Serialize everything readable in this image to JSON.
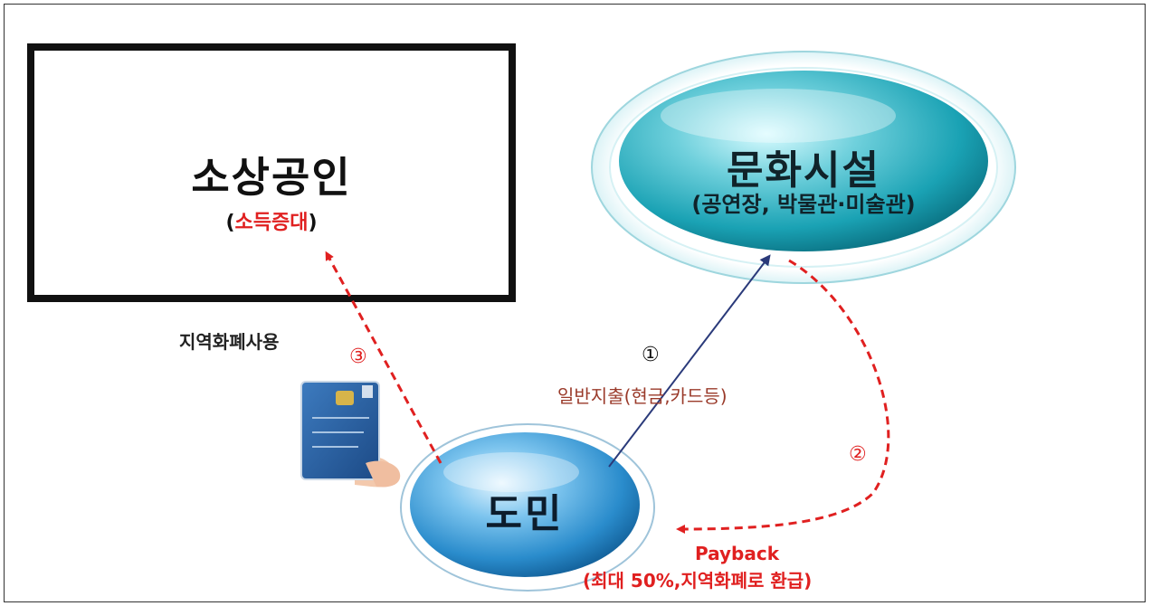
{
  "merchant": {
    "title": "소상공인",
    "sub_open": "(",
    "sub_red": "소득증대",
    "sub_close": ")"
  },
  "culture": {
    "title": "문화시설",
    "sub": "(공연장, 박물관·미술관)"
  },
  "citizen": {
    "title": "도민"
  },
  "flows": {
    "local_currency_use": "지역화폐사용",
    "step3": "③",
    "step1": "①",
    "general_spending": "일반지출(현금,카드등)",
    "step2": "②",
    "payback_title": "Payback",
    "payback_detail": "(최대 50%,지역화폐로 환급)"
  },
  "colors": {
    "dashed_arrow": "#e02020",
    "solid_arrow": "#2a3a7a",
    "label_red": "#e02020",
    "label_brown": "#9a3a2a"
  }
}
